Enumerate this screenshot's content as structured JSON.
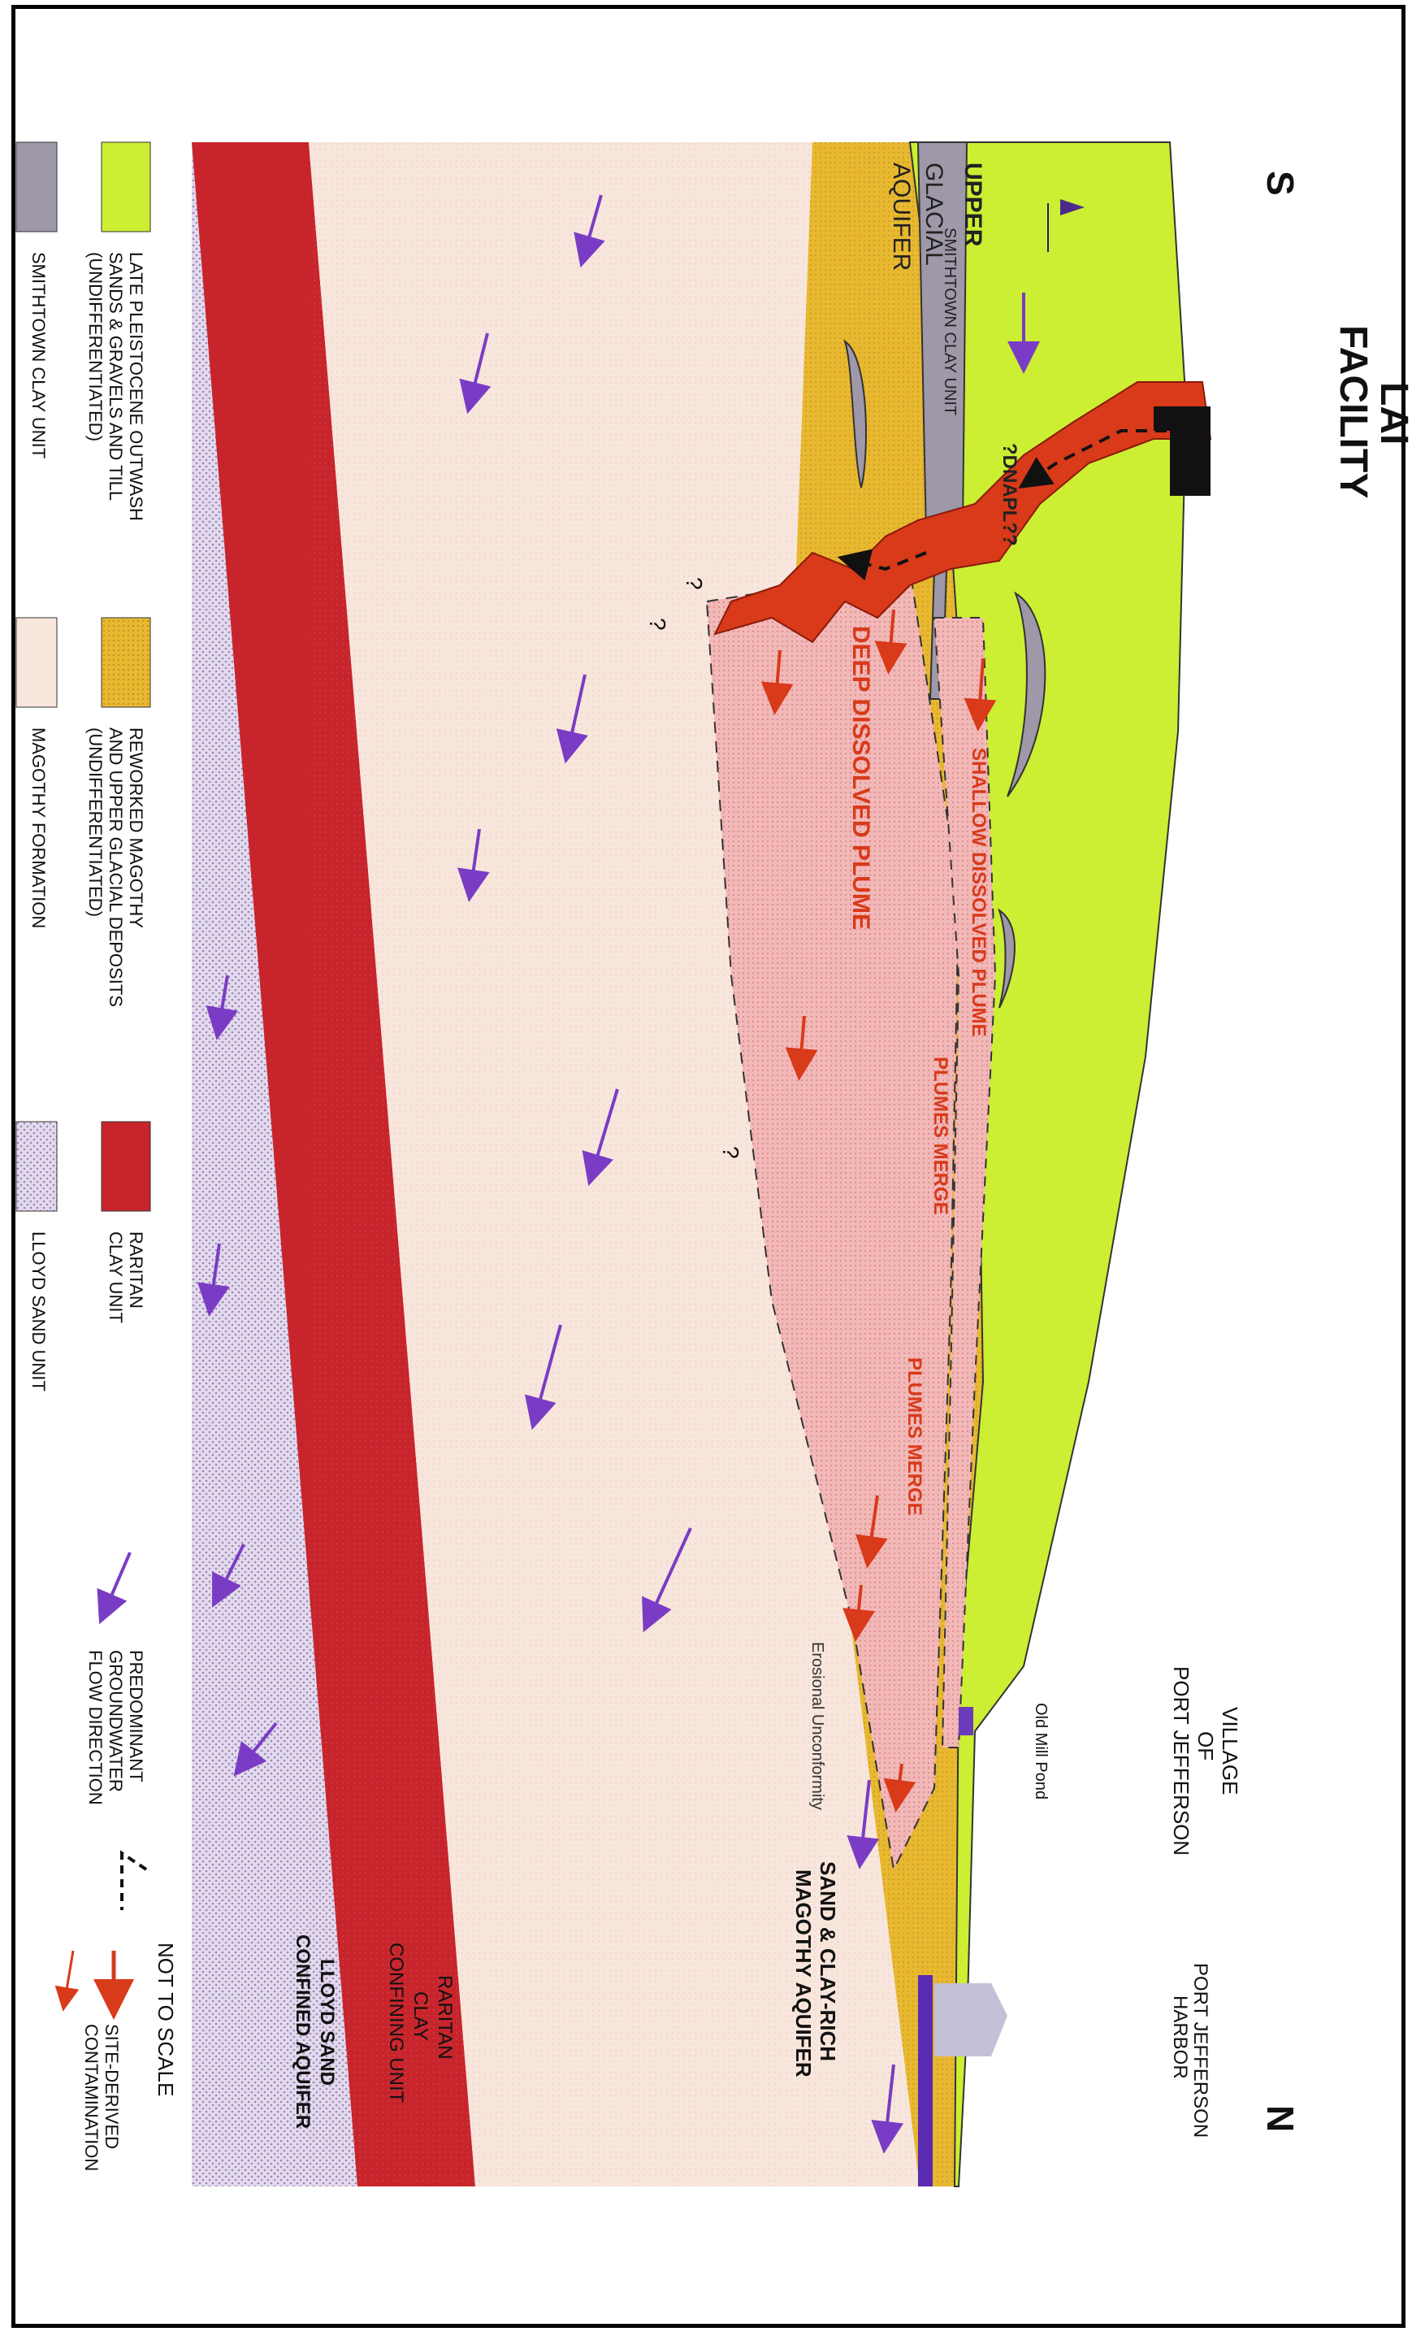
{
  "title_lines": [
    "LAI",
    "FACILITY"
  ],
  "direction": {
    "south": "S",
    "north": "N"
  },
  "places": {
    "village_lines": [
      "VILLAGE",
      "OF",
      "PORT JEFFERSON"
    ],
    "harbor_lines": [
      "PORT JEFFERSON",
      "HARBOR"
    ],
    "pond": "Old Mill Pond"
  },
  "aquifer_labels": {
    "upper_glacial": [
      "UPPER",
      "GLACIAL",
      "AQUIFER"
    ],
    "smithtown_clay": "SMITHTOWN CLAY UNIT",
    "dnapl": "?DNAPL??",
    "shallow_plume": "SHALLOW DISSOLVED PLUME",
    "deep_plume": "DEEP DISSOLVED PLUME",
    "plumes_merge": "PLUMES MERGE",
    "erosional": "Erosional Unconformity",
    "magothy_aquifer": [
      "SAND & CLAY-RICH",
      "MAGOTHY AQUIFER"
    ],
    "raritan_confining": [
      "RARITAN",
      "CLAY",
      "CONFINING UNIT"
    ],
    "lloyd_confined": [
      "LLOYD SAND",
      "CONFINED AQUIFER"
    ],
    "question": "?"
  },
  "not_to_scale": "NOT TO SCALE",
  "legend": {
    "outwash": [
      "LATE PLEISTOCENE OUTWASH",
      "SANDS & GRAVELS AND TILL",
      "(UNDIFFERENTIATED)"
    ],
    "smithtown": [
      "SMITHTOWN CLAY UNIT"
    ],
    "reworked": [
      "REWORKED MAGOTHY",
      "AND UPPER GLACIAL DEPOSITS",
      "(UNDIFFERENTIATED)"
    ],
    "magothy": [
      "MAGOTHY FORMATION"
    ],
    "raritan": [
      "RARITAN",
      "CLAY UNIT"
    ],
    "lloyd": [
      "LLOYD SAND UNIT"
    ],
    "groundwater": [
      "PREDOMINANT",
      "GROUNDWATER",
      "FLOW DIRECTION"
    ],
    "contamination": [
      "SITE-DERIVED",
      "CONTAMINATION"
    ]
  },
  "colors": {
    "outwash": "#ccee33",
    "reworked": "#e8b830",
    "smithtown": "#9e98a8",
    "magothy": "#f8e6dc",
    "raritan": "#c8242c",
    "lloyd": "#d8cce6",
    "plume": "#f0b4b4",
    "contaminant": "#d83a1a",
    "flow": "#7a3cc4"
  }
}
